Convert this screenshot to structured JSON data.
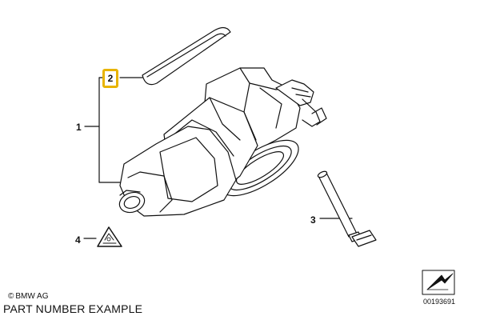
{
  "callouts": {
    "part_1": "1",
    "part_2": "2",
    "part_3": "3",
    "part_4": "4"
  },
  "footer": {
    "copyright_symbol": "©",
    "copyright_text": "BMW AG",
    "caption": "PART NUMBER EXAMPLE",
    "diagram_number": "00193691"
  },
  "highlight": {
    "selected_callout": "2",
    "highlight_color": "#e8b400"
  },
  "icons": {
    "part_4_symbol": "warning-triangle-icon",
    "corner_symbol": "arrow-icon"
  }
}
